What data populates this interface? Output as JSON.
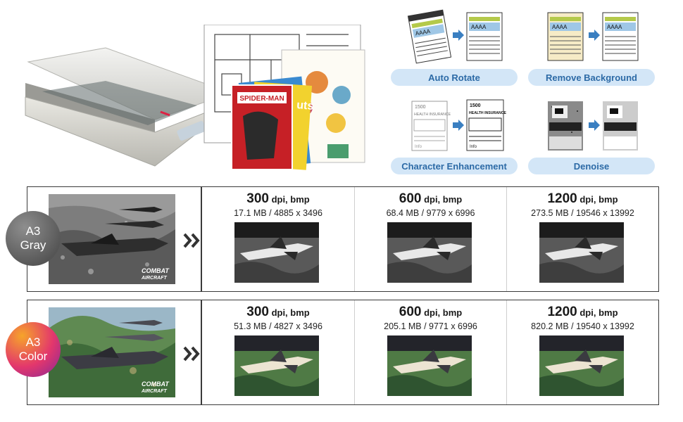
{
  "features": [
    {
      "label": "Auto Rotate",
      "icon": "auto-rotate-icon"
    },
    {
      "label": "Remove Background",
      "icon": "remove-background-icon"
    },
    {
      "label": "Character Enhancement",
      "icon": "character-enhancement-icon"
    },
    {
      "label": "Denoise",
      "icon": "denoise-icon"
    }
  ],
  "feature_thumb_text": "AAAA",
  "doc_sample": {
    "number": "1500",
    "heading": "HEALTH INSURANCE",
    "foot": "Info"
  },
  "magazine_titles": [
    "SPIDER-MAN",
    "uts"
  ],
  "rows": [
    {
      "badge_line1": "A3",
      "badge_line2": "Gray",
      "mode": "gray",
      "sample_caption_line1": "COMBAT",
      "sample_caption_line2": "AIRCRAFT",
      "cells": [
        {
          "dpi": "300",
          "unit": " dpi, bmp",
          "size": "17.1 MB / 4885 x 3496"
        },
        {
          "dpi": "600",
          "unit": " dpi, bmp",
          "size": "68.4 MB / 9779 x 6996"
        },
        {
          "dpi": "1200",
          "unit": " dpi, bmp",
          "size": "273.5 MB / 19546 x 13992"
        }
      ]
    },
    {
      "badge_line1": "A3",
      "badge_line2": "Color",
      "mode": "color",
      "sample_caption_line1": "COMBAT",
      "sample_caption_line2": "AIRCRAFT",
      "cells": [
        {
          "dpi": "300",
          "unit": " dpi, bmp",
          "size": "51.3 MB / 4827 x 3496"
        },
        {
          "dpi": "600",
          "unit": " dpi, bmp",
          "size": "205.1 MB / 9771 x 6996"
        },
        {
          "dpi": "1200",
          "unit": " dpi, bmp",
          "size": "820.2 MB / 19540 x 13992"
        }
      ]
    }
  ],
  "colors": {
    "pill_bg": "#d3e6f7",
    "pill_text": "#2c6aa6",
    "arrow": "#3a7fc1",
    "row_border": "#3a3a3a"
  }
}
